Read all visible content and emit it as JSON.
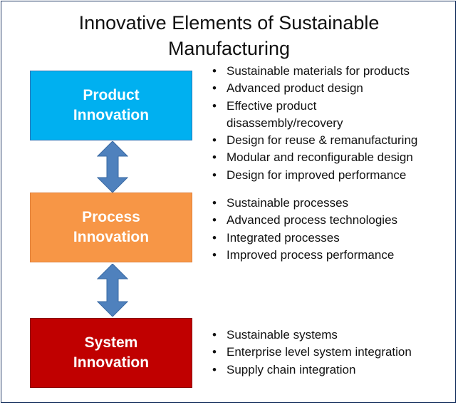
{
  "title": {
    "line1": "Innovative Elements of Sustainable",
    "line2": "Manufacturing"
  },
  "colors": {
    "product": "#00b0f0",
    "process": "#f79646",
    "system": "#c00000",
    "arrow": "#4f81bd",
    "frame": "#1f3864"
  },
  "boxes": {
    "product": {
      "line1": "Product",
      "line2": "Innovation"
    },
    "process": {
      "line1": "Process",
      "line2": "Innovation"
    },
    "system": {
      "line1": "System",
      "line2": "Innovation"
    }
  },
  "lists": {
    "product": [
      "Sustainable materials for products",
      "Advanced product design",
      "Effective product disassembly/recovery",
      "Design for reuse & remanufacturing",
      "Modular and reconfigurable design",
      "Design for improved performance"
    ],
    "process": [
      "Sustainable processes",
      "Advanced process technologies",
      "Integrated processes",
      "Improved process performance"
    ],
    "system": [
      "Sustainable systems",
      "Enterprise level system integration",
      "Supply chain integration"
    ]
  },
  "connections": [
    {
      "from": "Product Innovation",
      "to": "Process Innovation",
      "arrow": "double-arrow-icon"
    },
    {
      "from": "Process Innovation",
      "to": "System Innovation",
      "arrow": "double-arrow-icon"
    }
  ]
}
